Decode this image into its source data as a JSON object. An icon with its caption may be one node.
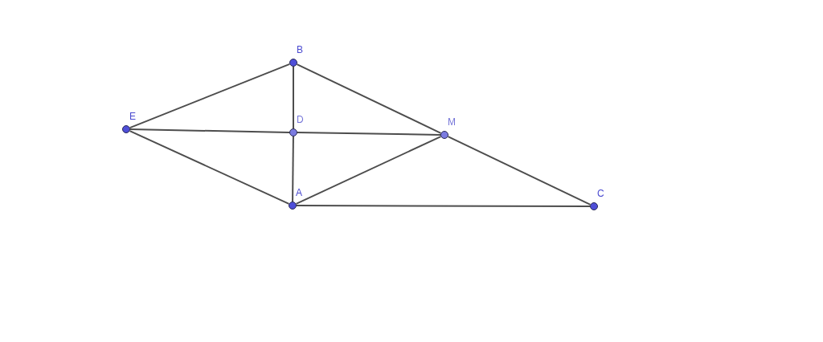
{
  "diagram": {
    "nodes": [
      {
        "text": [
          "B"
        ]
      },
      {
        "text": [
          "E"
        ]
      },
      {
        "text": [
          "D"
        ]
      },
      {
        "text": [
          "M"
        ]
      },
      {
        "text": [
          "A"
        ]
      },
      {
        "text": [
          "C"
        ]
      }
    ],
    "edges": [
      {
        "from": 1,
        "to": 0,
        "arrow": "none"
      },
      {
        "from": 0,
        "to": 3,
        "arrow": "none"
      },
      {
        "from": 3,
        "to": 5,
        "arrow": "none"
      },
      {
        "from": 0,
        "to": 2,
        "arrow": "none"
      },
      {
        "from": 2,
        "to": 4,
        "arrow": "none"
      },
      {
        "from": 1,
        "to": 2,
        "arrow": "none"
      },
      {
        "from": 2,
        "to": 3,
        "arrow": "none"
      },
      {
        "from": 1,
        "to": 4,
        "arrow": "none"
      },
      {
        "from": 4,
        "to": 3,
        "arrow": "none"
      },
      {
        "from": 4,
        "to": 5,
        "arrow": "none"
      }
    ]
  }
}
